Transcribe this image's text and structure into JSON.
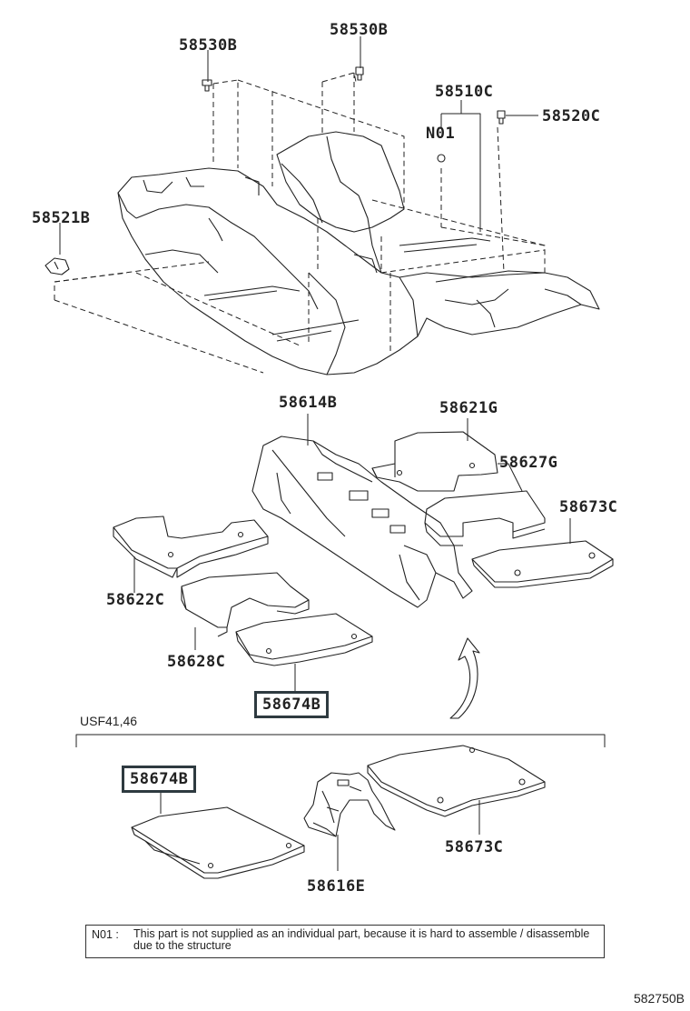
{
  "labels": {
    "p58530b_left": "58530B",
    "p58530b_right": "58530B",
    "p58510c": "58510C",
    "p58520c": "58520C",
    "n01": "N01",
    "p58521b": "58521B",
    "p58614b": "58614B",
    "p58621g": "58621G",
    "p58627g": "58627G",
    "p58673c_upper": "58673C",
    "p58622c": "58622C",
    "p58628c": "58628C",
    "p58674b_upper": "58674B",
    "p58674b_lower": "58674B",
    "p58616e": "58616E",
    "p58673c_lower": "58673C"
  },
  "section": {
    "label": "USF41,46"
  },
  "note": {
    "key": "N01 :",
    "text": "This part is not supplied as an individual part, because it is hard to assemble / disassemble due to the structure"
  },
  "figure_number": "582750B"
}
